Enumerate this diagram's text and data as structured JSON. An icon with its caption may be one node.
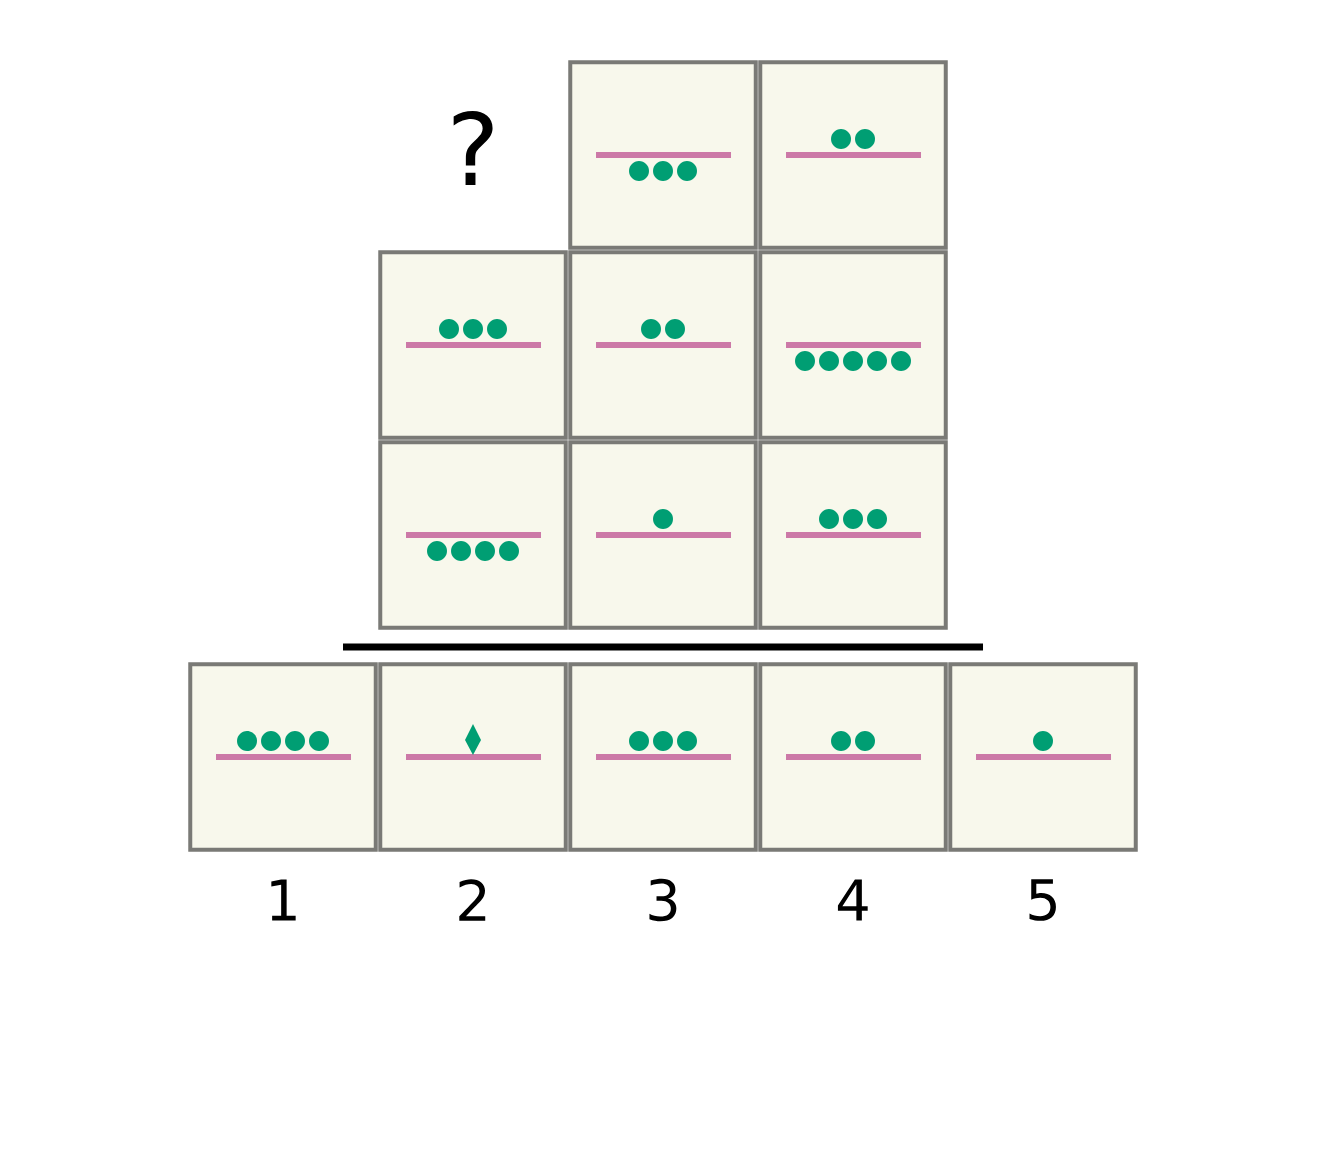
{
  "diagram": {
    "nodes": [
      {
        "text": [],
        "shape": "box"
      },
      {
        "text": [],
        "shape": "box"
      },
      {
        "text": [],
        "shape": "box"
      },
      {
        "text": [],
        "shape": "box"
      },
      {
        "text": [],
        "shape": "box"
      },
      {
        "text": [],
        "shape": "box"
      },
      {
        "text": [],
        "shape": "box"
      },
      {
        "text": [],
        "shape": "box"
      },
      {
        "text": [],
        "shape": "box",
        "beside": [
          "1"
        ]
      },
      {
        "text": [],
        "shape": "box",
        "beside": [
          "2"
        ]
      },
      {
        "text": [],
        "shape": "box",
        "beside": [
          "3"
        ]
      },
      {
        "text": [],
        "shape": "box",
        "beside": [
          "4"
        ]
      },
      {
        "text": [],
        "shape": "box",
        "beside": [
          "5"
        ]
      }
    ],
    "labels": [
      "?"
    ]
  }
}
